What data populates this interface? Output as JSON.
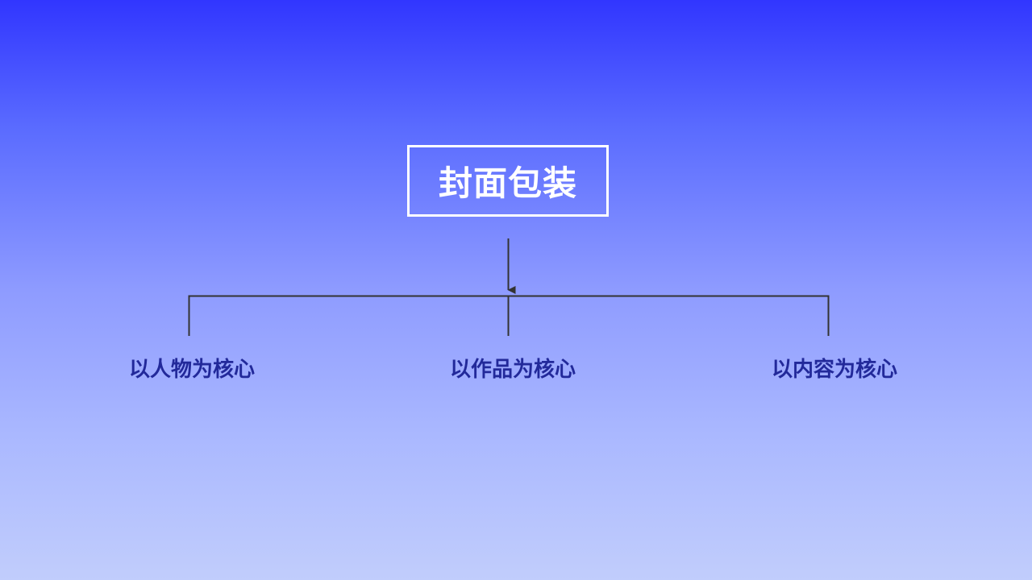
{
  "diagram": {
    "root": {
      "label": "封面包装"
    },
    "branches": [
      {
        "label": "以人物为核心"
      },
      {
        "label": "以作品为核心"
      },
      {
        "label": "以内容为核心"
      }
    ],
    "colors": {
      "background_top": "#3136ff",
      "background_bottom": "#c1cdfc",
      "root_text": "#ffffff",
      "root_border": "#ffffff",
      "branch_text": "#22299a",
      "connector": "#333333"
    }
  }
}
